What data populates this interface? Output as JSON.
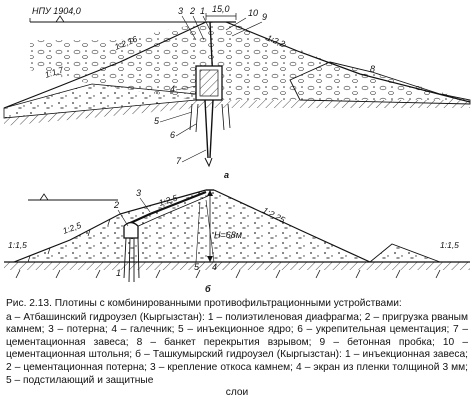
{
  "figure": {
    "a": {
      "panel_letter": "а",
      "npu_label": "НПУ 1904,0",
      "crest_label": "15,0",
      "slope_labels": [
        "1:1,7",
        "1:2,16",
        "1:2,2"
      ],
      "number_labels": [
        "3",
        "2",
        "1",
        "10",
        "9",
        "8",
        "4",
        "5",
        "6",
        "7"
      ]
    },
    "b": {
      "panel_letter": "б",
      "height_label": "Н=68м",
      "slope_labels": [
        "1:2,5",
        "1:2,5",
        "1:2,25",
        "1:1,5",
        "1:1,5"
      ],
      "number_labels": [
        "2",
        "3",
        "1",
        "5",
        "4"
      ]
    }
  },
  "caption": {
    "title": "Рис. 2.13. Плотины с комбинированными противофильтрационными устройствами:",
    "body": "а – Атбашинский гидроузел (Кыргызстан): 1 – полиэтиленовая диафрагма; 2 – пригрузка рваным камнем; 3 – потерна; 4 – галечник; 5 – инъекционное ядро; 6 – укрепительная цементация; 7 – цементационная завеса; 8 – банкет перекрытия взрывом; 9 – бетонная пробка; 10 – цементационная штольня; б – Ташкумырский гидроузел (Кыргызстан): 1 – инъекционная завеса; 2 – цементационная потерна; 3 – крепление откоса камнем; 4 – экран из пленки толщиной 3 мм; 5 – подстилающий и защитные",
    "last_line": "слои"
  }
}
